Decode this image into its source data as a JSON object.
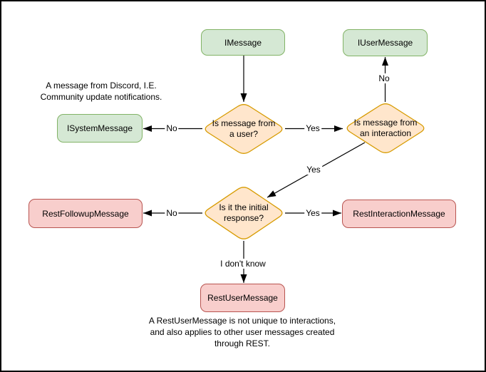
{
  "title": "Discord message type decision flowchart",
  "colors": {
    "green_fill": "#d5e8d4",
    "green_border": "#82b366",
    "orange_fill": "#ffe6cc",
    "orange_border": "#d79b00",
    "red_fill": "#f8cecc",
    "red_border": "#b85450",
    "edge_color": "#000000",
    "background": "#ffffff",
    "canvas_border": "#000000",
    "text_color": "#000000"
  },
  "nodes": {
    "imessage": "IMessage",
    "iusermessage": "IUserMessage",
    "isystemmessage": "ISystemMessage",
    "restfollowupmessage": "RestFollowupMessage",
    "restinteractionmessage": "RestInteractionMessage",
    "restusermessage": "RestUserMessage"
  },
  "decisions": {
    "from_user": "Is message from a user?",
    "from_interaction": "Is message from an interaction",
    "initial_response": "Is it the initial response?"
  },
  "edge_labels": {
    "user_no": "No",
    "user_yes": "Yes",
    "interaction_no": "No",
    "interaction_yes": "Yes",
    "initial_no": "No",
    "initial_yes": "Yes",
    "initial_unknown": "I don't know"
  },
  "annotations": {
    "system_note": "A message from Discord, I.E.\nCommunity update notifications.",
    "rest_note": "A RestUserMessage is not unique to interactions,\nand also applies to other user messages created\nthrough REST."
  }
}
